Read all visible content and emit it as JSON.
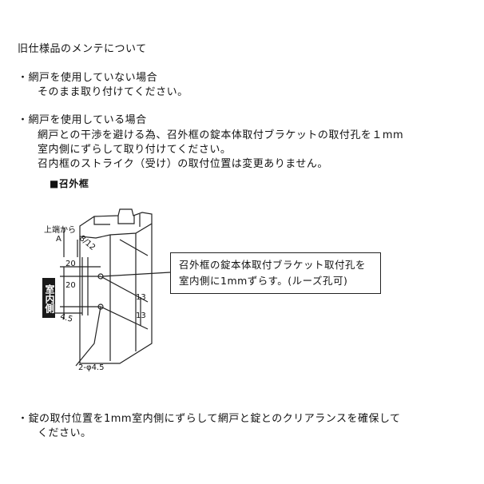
{
  "heading": "旧仕様品のメンテについて",
  "section1": {
    "bullet": "・網戸を使用していない場合",
    "line1": "そのまま取り付けてください。"
  },
  "section2": {
    "bullet": "・網戸を使用している場合",
    "line1": "網戸との干渉を避ける為、召外框の錠本体取付ブラケットの取付孔を１mm",
    "line2": "室内側にずらして取り付けてください。",
    "line3": "召内框のストライク（受け）の取付位置は変更ありません。"
  },
  "diagram": {
    "frame_title": "■召外框",
    "from_top": "上端から",
    "dim_a": "A",
    "dim_812": "8/12",
    "dim_20_top": "20",
    "dim_20_bottom": "20",
    "dim_13_top": "13",
    "dim_13_bottom": "13",
    "dim_45": "4.5",
    "hole_spec": "2-φ4.5",
    "side_label": "室内側",
    "callout_line1": "召外框の錠本体取付ブラケット取付孔を",
    "callout_line2": "室内側に1mmずらす。(ルーズ孔可)"
  },
  "footer": {
    "line1": "・錠の取付位置を1mm室内側にずらして網戸と錠とのクリアランスを確保して",
    "line2": "ください。"
  }
}
